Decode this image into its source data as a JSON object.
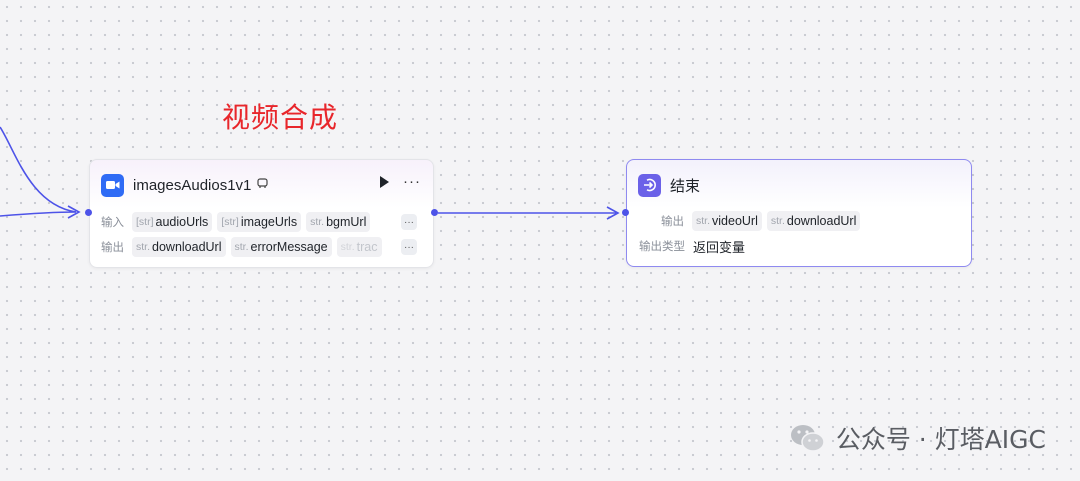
{
  "annotation": "视频合成",
  "video_node": {
    "title": "imagesAudios1v1",
    "inputs_label": "输入",
    "outputs_label": "输出",
    "inputs": [
      {
        "type": "[str]",
        "name": "audioUrls"
      },
      {
        "type": "[str]",
        "name": "imageUrls"
      },
      {
        "type": "str.",
        "name": "bgmUrl"
      }
    ],
    "outputs": [
      {
        "type": "str.",
        "name": "downloadUrl"
      },
      {
        "type": "str.",
        "name": "errorMessage"
      },
      {
        "type": "str.",
        "name": "trac"
      }
    ],
    "more": "···"
  },
  "end_node": {
    "title": "结束",
    "outputs_label": "输出",
    "outputs": [
      {
        "type": "str.",
        "name": "videoUrl"
      },
      {
        "type": "str.",
        "name": "downloadUrl"
      }
    ],
    "output_type_label": "输出类型",
    "output_type_value": "返回变量"
  },
  "colors": {
    "edge": "#4d53e8",
    "annotation": "#e8262b",
    "end_border": "#8f8af0"
  },
  "watermark": "公众号 · 灯塔AIGC"
}
